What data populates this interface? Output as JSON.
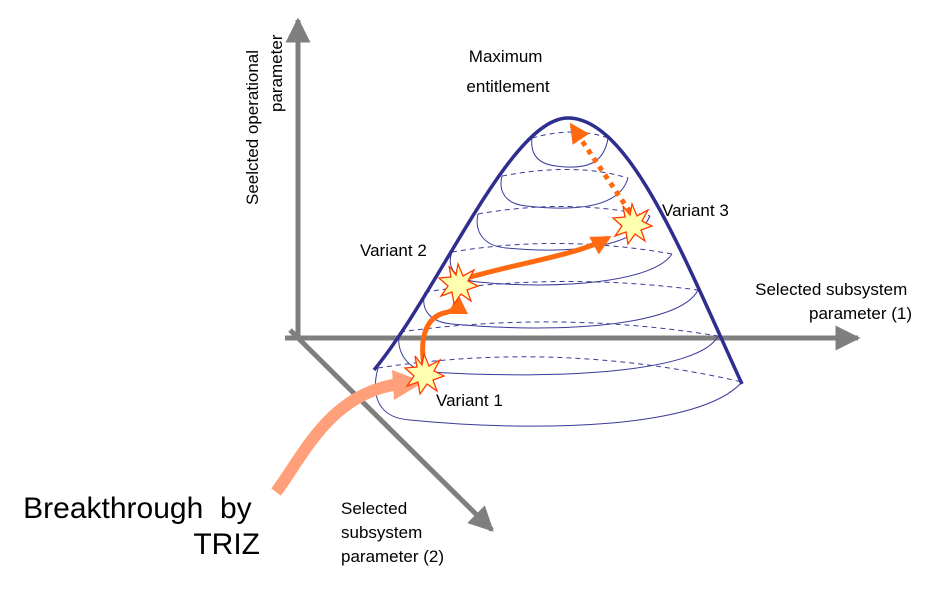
{
  "axes": {
    "y_label": {
      "line1": "Seelcted operational",
      "line2": "parameter"
    },
    "x_label": {
      "line1": "Selected subsystem",
      "line2": "parameter (1)"
    },
    "z_label": {
      "line1": "Selected",
      "line2": "subsystem",
      "line3": "parameter (2)"
    }
  },
  "peak_label": {
    "line1": "Maximum",
    "line2": "entitlement"
  },
  "variants": [
    "Variant 1",
    "Variant 2",
    "Variant 3"
  ],
  "breakthrough": {
    "line1": "Breakthrough  by",
    "line2": "TRIZ"
  },
  "colors": {
    "axis": "#7f7f7f",
    "envelope": "#2e2e8f",
    "contours": "#3a3a9a",
    "path": "#ff6a10",
    "breakthrough_arrow": "#ffa07a",
    "star_fill": "#ffffb0",
    "star_stroke": "#ff3a00"
  }
}
